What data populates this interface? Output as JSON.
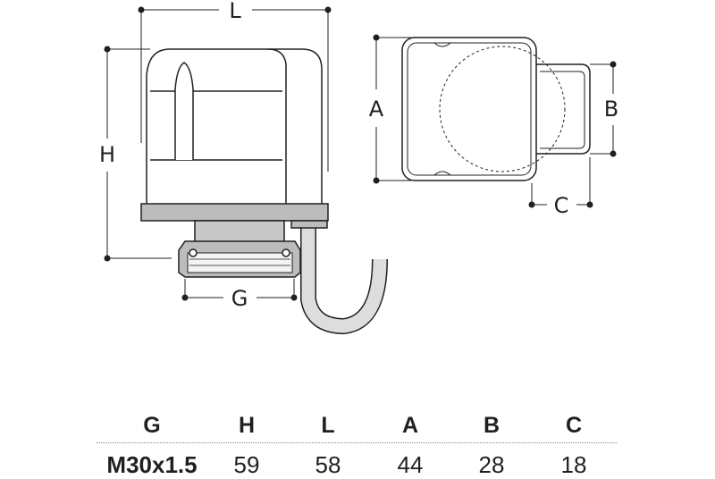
{
  "dimensions": {
    "L": "L",
    "H": "H",
    "G": "G",
    "A": "A",
    "B": "B",
    "C": "C"
  },
  "table": {
    "headers": [
      "G",
      "H",
      "L",
      "A",
      "B",
      "C"
    ],
    "values": [
      "M30x1.5",
      "59",
      "58",
      "44",
      "28",
      "18"
    ]
  }
}
